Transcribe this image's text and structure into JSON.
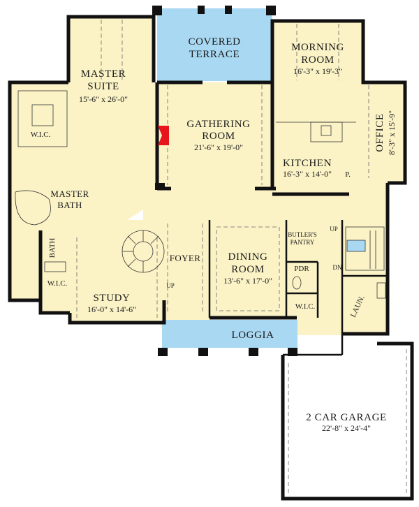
{
  "colors": {
    "floor": "#FBF3C6",
    "terrace": "#A9D8F2",
    "wall": "#111111",
    "fireplace": "#E8141C",
    "background": "#FFFFFF"
  },
  "rooms": {
    "covered_terrace": {
      "line1": "COVERED",
      "line2": "TERRACE"
    },
    "morning_room": {
      "line1": "MORNING",
      "line2": "ROOM",
      "dims": "16'-3\" x 19'-3\""
    },
    "master_suite": {
      "line1": "MASTER",
      "line2": "SUITE",
      "dims": "15'-6\" x 26'-0\""
    },
    "gathering_room": {
      "line1": "GATHERING",
      "line2": "ROOM",
      "dims": "21'-6\" x 19'-0\""
    },
    "office": {
      "name": "OFFICE",
      "dims": "8'-3\" x 15'-9\""
    },
    "wic_master": {
      "name": "W.I.C."
    },
    "kitchen": {
      "name": "KITCHEN",
      "dims": "16'-3\" x 14'-0\""
    },
    "pantry": {
      "name": "P."
    },
    "master_bath": {
      "line1": "MASTER",
      "line2": "BATH"
    },
    "bath": {
      "name": "BATH"
    },
    "butlers_pantry": {
      "line1": "BUTLER'S",
      "line2": "PANTRY"
    },
    "foyer": {
      "name": "FOYER"
    },
    "dining_room": {
      "line1": "DINING",
      "line2": "ROOM",
      "dims": "13'-6\" x 17'-0\""
    },
    "wic_study": {
      "name": "W.I.C."
    },
    "pdr": {
      "name": "PDR"
    },
    "study": {
      "name": "STUDY",
      "dims": "16'-0\" x 14'-6\""
    },
    "wic_pdr": {
      "name": "W.I.C."
    },
    "laundry": {
      "name": "LAUN."
    },
    "loggia": {
      "name": "LOGGIA"
    },
    "garage": {
      "name": "2 CAR GARAGE",
      "dims": "22'-8\" x 24'-4\""
    }
  },
  "stairs": {
    "foyer_up": "UP",
    "rear_up": "UP",
    "rear_dn": "DN"
  }
}
